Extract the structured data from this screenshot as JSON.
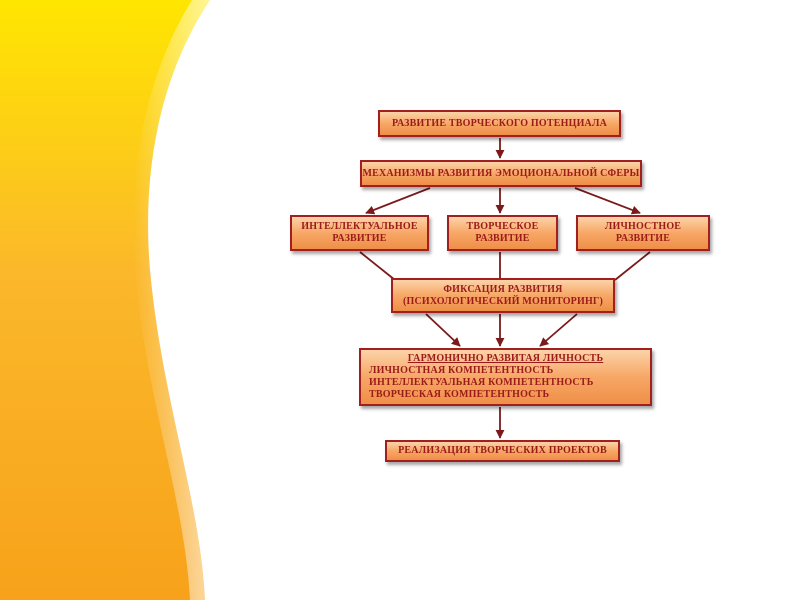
{
  "diagram": {
    "top": "Развитие творческого потенциала",
    "mechanisms": "Механизмы развития эмоциональной сферы",
    "intellectual": [
      "Интеллектуальное",
      "развитие"
    ],
    "creative": [
      "Творческое",
      "развитие"
    ],
    "personal": [
      "Личностное",
      "развитие"
    ],
    "fixation": [
      "Фиксация развития",
      "(психологический мониторинг)"
    ],
    "harmonious": {
      "title": "Гармонично развитая личность",
      "items": [
        "Личностная компетентность",
        "Интеллектуальная компетентность",
        "Творческая компетентность"
      ]
    },
    "realization": "Реализация творческих проектов"
  },
  "colors": {
    "border": "#a11f1f",
    "text": "#9b1b1b",
    "box_fill_top": "#fcd3a8",
    "box_fill_bottom": "#ef8f48",
    "arrow": "#7a1a1a",
    "band_yellow": "#ffe600",
    "band_orange": "#f7a21a"
  }
}
